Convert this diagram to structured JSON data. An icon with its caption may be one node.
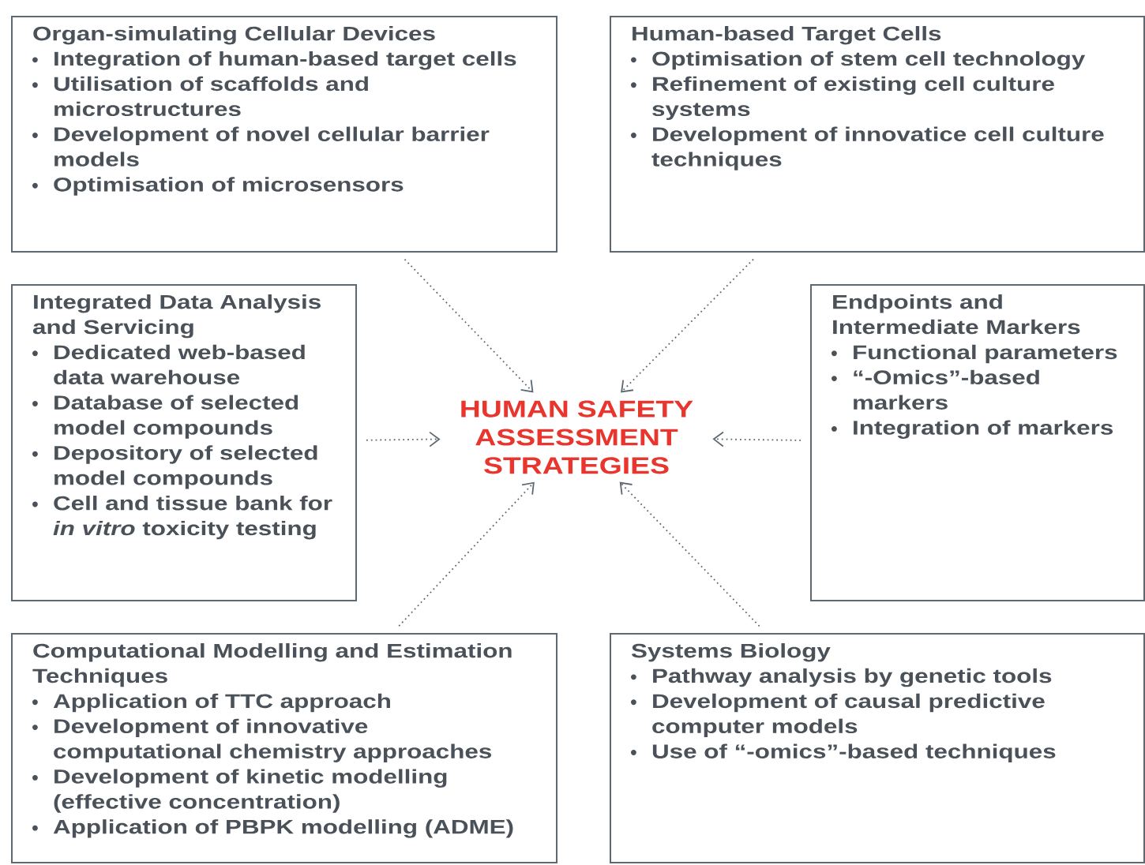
{
  "diagram": {
    "nodes": [
      {
        "text": [
          "Organ-simulating Cellular Devices",
          "Integration of human-based target cells",
          "Utilisation of scaffolds and microstructures",
          "Development of novel cellular barrier models",
          "Optimisation of microsensors"
        ]
      },
      {
        "text": [
          "Human-based Target Cells",
          "Optimisation of stem cell technology",
          "Refinement of existing cell culture systems",
          "Development of innovatice cell culture techniques"
        ]
      },
      {
        "text": [
          "Integrated Data Analysis and Servicing",
          "Dedicated web-based data warehouse",
          "Database of selected model compounds",
          "Depository of selected model compounds",
          "Cell and tissue bank for *in vitro* toxicity testing"
        ]
      },
      {
        "text": [
          "HUMAN SAFETY ASSESSMENT STRATEGIES"
        ]
      },
      {
        "text": [
          "Endpoints and Intermediate Markers",
          "Functional parameters",
          "“-Omics”-based markers",
          "Integration of markers"
        ]
      },
      {
        "text": [
          "Computational Modelling and Estimation Techniques",
          "Application of TTC approach",
          "Development of innovative computational chemistry approaches",
          "Development of kinetic modelling (effective concentration)",
          "Application of PBPK modelling (ADME)"
        ]
      },
      {
        "text": [
          "Systems Biology",
          "Pathway analysis by genetic tools",
          "Development of causal predictive computer models",
          "Use of “-omics”-based techniques"
        ]
      }
    ],
    "edges": [
      {
        "from": 0,
        "to": 3,
        "arrow": "to",
        "style": "dashed"
      },
      {
        "from": 1,
        "to": 3,
        "arrow": "to",
        "style": "dashed"
      },
      {
        "from": 2,
        "to": 3,
        "arrow": "to",
        "style": "dashed"
      },
      {
        "from": 4,
        "to": 3,
        "arrow": "to",
        "style": "dashed"
      },
      {
        "from": 5,
        "to": 3,
        "arrow": "to",
        "style": "dashed"
      },
      {
        "from": 6,
        "to": 3,
        "arrow": "to",
        "style": "dashed"
      }
    ]
  }
}
